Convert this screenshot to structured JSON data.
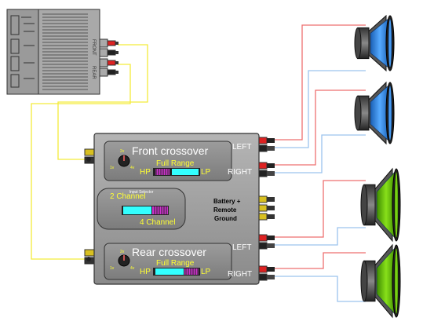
{
  "head_unit": {
    "front_label": "FRONT",
    "rear_label": "REAR"
  },
  "front_crossover": {
    "title": "Front crossover",
    "mode": "Full Range",
    "hp_label": "HP",
    "lp_label": "LP",
    "knob_min": "1v",
    "knob_mid": "2v",
    "knob_max": "4v"
  },
  "input_selector": {
    "title": "Input Selector",
    "option_2ch": "2 Channel",
    "option_4ch": "4 Channel"
  },
  "rear_crossover": {
    "title": "Rear crossover",
    "mode": "Full Range",
    "hp_label": "HP",
    "lp_label": "LP",
    "knob_min": "1v",
    "knob_mid": "2v",
    "knob_max": "4v"
  },
  "outputs": {
    "front_left": "LEFT",
    "front_right": "RIGHT",
    "rear_left": "LEFT",
    "rear_right": "RIGHT",
    "power_line1": "Battery +",
    "power_line2": "Remote",
    "power_line3": "Ground"
  },
  "colors": {
    "wire_red": "#ee6f6f",
    "wire_blue": "#9cc4ee",
    "wire_yellow": "#f4ec3a",
    "text_yellow": "#ffff33",
    "cyan": "#33ffff",
    "magenta": "#cc33cc",
    "tweeter_blue": "#2d8cf0",
    "woofer_green": "#66cc00",
    "chassis": "#9a9a9a"
  },
  "icons": [
    "knob-icon",
    "rca-jack-icon",
    "speaker-icon",
    "subwoofer-icon",
    "head-unit-icon"
  ]
}
